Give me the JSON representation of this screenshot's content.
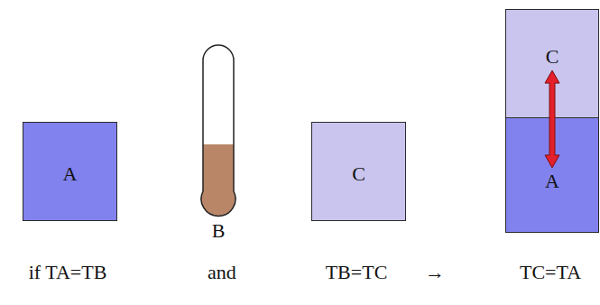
{
  "diagram": {
    "nodes": [
      {
        "text": [
          "A"
        ]
      },
      {
        "text": [
          "B"
        ]
      },
      {
        "text": [
          "C"
        ]
      },
      {
        "text": [
          "C"
        ]
      },
      {
        "text": [
          "A"
        ]
      }
    ],
    "edges": [
      {
        "from": 4,
        "to": 3,
        "arrow": "both"
      }
    ],
    "labels": [
      "if TA=TB",
      "and",
      "TB=TC",
      "→",
      "TC=TA"
    ]
  }
}
